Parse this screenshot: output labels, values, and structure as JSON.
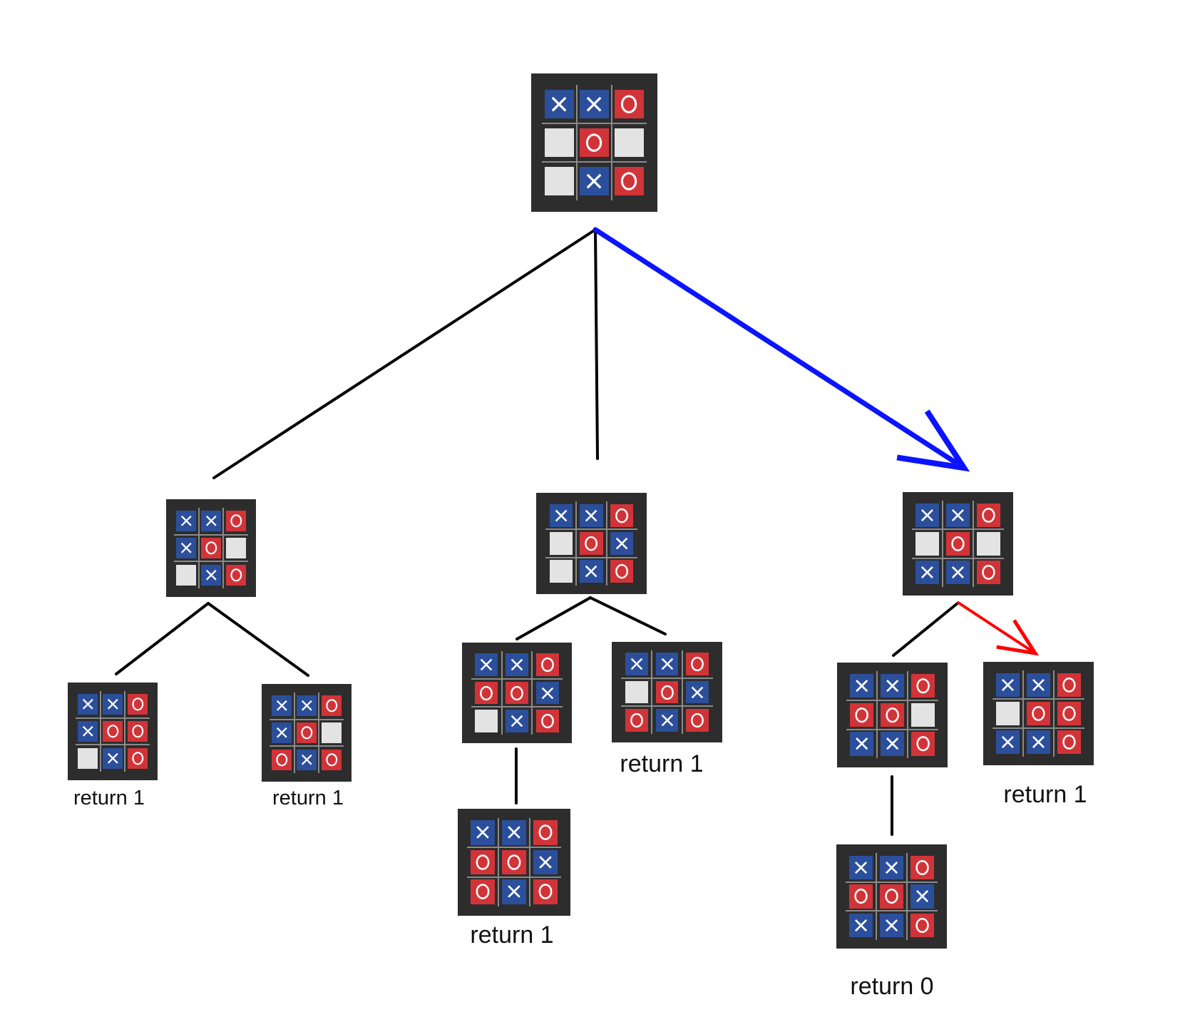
{
  "colors": {
    "board": "#2d2d2d",
    "x_cell": "#2c4f9c",
    "o_cell": "#d13438",
    "empty_cell": "#e3e3e3",
    "mark": "#ffffff",
    "edge": "#000000",
    "chosen_edge_blue": "#0a14ff",
    "chosen_edge_red": "#ff0000"
  },
  "icons": {
    "x": "x-mark-icon",
    "o": "o-mark-icon",
    "empty": "empty-cell-icon"
  },
  "nodes": [
    {
      "id": "root",
      "board": [
        "X",
        "X",
        "O",
        "",
        "O",
        "",
        "",
        "X",
        "O"
      ]
    },
    {
      "id": "a",
      "board": [
        "X",
        "X",
        "O",
        "X",
        "O",
        "",
        "",
        "X",
        "O"
      ]
    },
    {
      "id": "b",
      "board": [
        "X",
        "X",
        "O",
        "",
        "O",
        "X",
        "",
        "X",
        "O"
      ]
    },
    {
      "id": "c",
      "board": [
        "X",
        "X",
        "O",
        "",
        "O",
        "",
        "X",
        "X",
        "O"
      ]
    },
    {
      "id": "a1",
      "board": [
        "X",
        "X",
        "O",
        "X",
        "O",
        "O",
        "",
        "X",
        "O"
      ],
      "label": "return 1"
    },
    {
      "id": "a2",
      "board": [
        "X",
        "X",
        "O",
        "X",
        "O",
        "",
        "O",
        "X",
        "O"
      ],
      "label": "return 1"
    },
    {
      "id": "b1",
      "board": [
        "X",
        "X",
        "O",
        "O",
        "O",
        "X",
        "",
        "X",
        "O"
      ]
    },
    {
      "id": "b2",
      "board": [
        "X",
        "X",
        "O",
        "",
        "O",
        "X",
        "O",
        "X",
        "O"
      ],
      "label": "return 1"
    },
    {
      "id": "b1a",
      "board": [
        "X",
        "X",
        "O",
        "O",
        "O",
        "X",
        "O",
        "X",
        "O"
      ],
      "label": "return 1"
    },
    {
      "id": "c1",
      "board": [
        "X",
        "X",
        "O",
        "O",
        "O",
        "",
        "X",
        "X",
        "O"
      ]
    },
    {
      "id": "c2",
      "board": [
        "X",
        "X",
        "O",
        "",
        "O",
        "O",
        "X",
        "X",
        "O"
      ],
      "label": "return 1"
    },
    {
      "id": "c1a",
      "board": [
        "X",
        "X",
        "O",
        "O",
        "O",
        "X",
        "X",
        "X",
        "O"
      ],
      "label": "return 0"
    }
  ],
  "edges": [
    {
      "from": "root",
      "to": "a",
      "style": "plain"
    },
    {
      "from": "root",
      "to": "b",
      "style": "plain"
    },
    {
      "from": "root",
      "to": "c",
      "style": "chosen-blue"
    },
    {
      "from": "a",
      "to": "a1",
      "style": "plain"
    },
    {
      "from": "a",
      "to": "a2",
      "style": "plain"
    },
    {
      "from": "b",
      "to": "b1",
      "style": "plain"
    },
    {
      "from": "b",
      "to": "b2",
      "style": "plain"
    },
    {
      "from": "b1",
      "to": "b1a",
      "style": "plain"
    },
    {
      "from": "c",
      "to": "c1",
      "style": "plain"
    },
    {
      "from": "c",
      "to": "c2",
      "style": "chosen-red"
    },
    {
      "from": "c1",
      "to": "c1a",
      "style": "plain"
    }
  ]
}
